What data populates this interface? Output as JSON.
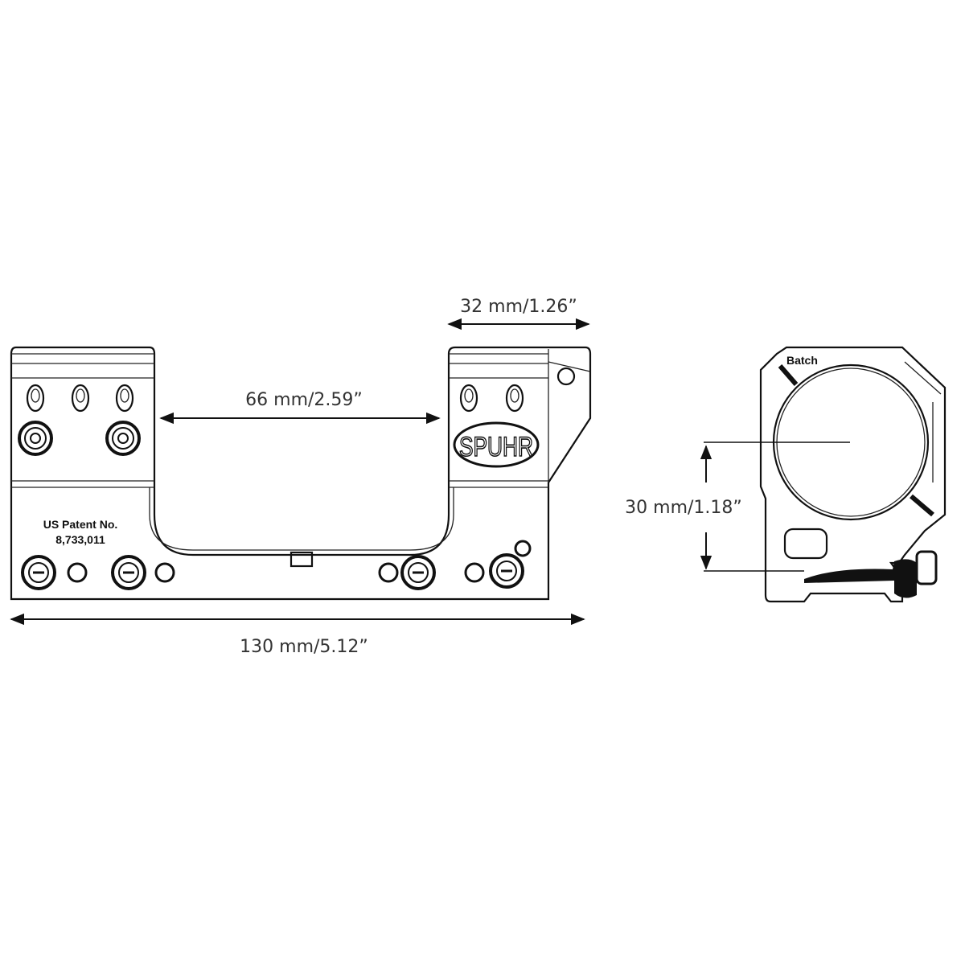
{
  "dimensions": {
    "ring_width": "32 mm/1.26”",
    "ring_spacing": "66 mm/2.59”",
    "overall_length": "130 mm/5.12”",
    "center_height": "30 mm/1.18”"
  },
  "markings": {
    "patent_line1": "US Patent No.",
    "patent_line2": "8,733,011",
    "brand_logo": "SPUHR",
    "batch": "Batch"
  },
  "colors": {
    "line": "#111111",
    "background": "#ffffff"
  }
}
